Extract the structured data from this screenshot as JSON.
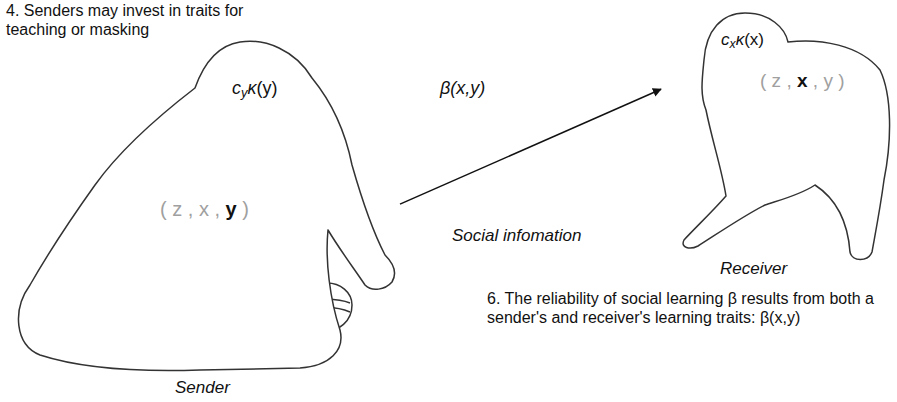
{
  "diagram": {
    "nodes": [
      {
        "text": [
          "cyκ(y)",
          "( z , x , y )",
          "Sender"
        ]
      },
      {
        "text": [
          "cxκ(x)",
          "( z , x , y )",
          "Receiver"
        ]
      }
    ],
    "edges": [
      {
        "from": 0,
        "to": 1,
        "arrow": "to",
        "label": "β(x,y)"
      }
    ],
    "labels": [
      "4. Senders may invest in traits for teaching or masking",
      "Social infomation",
      "6. The reliability of social learning β results from both a sender's and receiver's learning traits: β(x,y)"
    ]
  }
}
